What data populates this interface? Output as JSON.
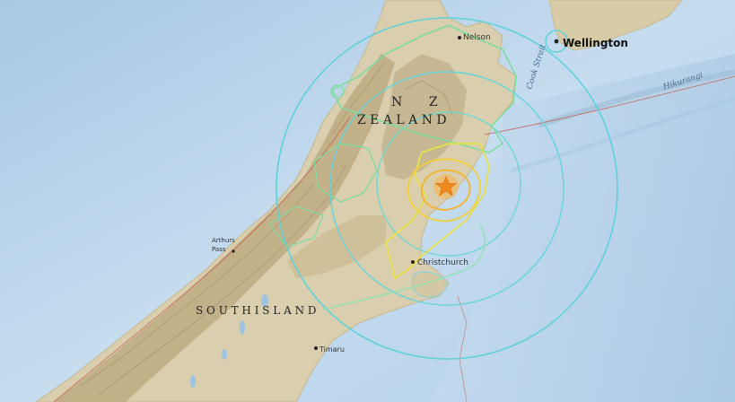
{
  "places": {
    "nelson": "Nelson",
    "wellington": "Wellington",
    "christchurch": "Christchurch",
    "timaru": "Timaru",
    "arthurs_pass": "Arthurs",
    "arthurs_pass_2": "Pass"
  },
  "regions": {
    "nz_line1": "N",
    "nz_line1b": "Z",
    "nz_line2": "Z E A L A N D",
    "south_island": "S O U T H   I S L A N D"
  },
  "water": {
    "cook_strait": "Cook Strait",
    "hikurangi": "Hikurangi"
  },
  "colors": {
    "sea": "#b8d4ea",
    "land": "#d9cfae",
    "mountains": "#b9a57c",
    "contour_cyan": "#5fd1d9",
    "contour_green": "#7ddc9e",
    "contour_yellow": "#e9e04a",
    "contour_orange": "#f2b53a",
    "epicenter": "#f08a1c"
  },
  "icons": {
    "epicenter": "star-icon",
    "city": "dot-icon"
  }
}
